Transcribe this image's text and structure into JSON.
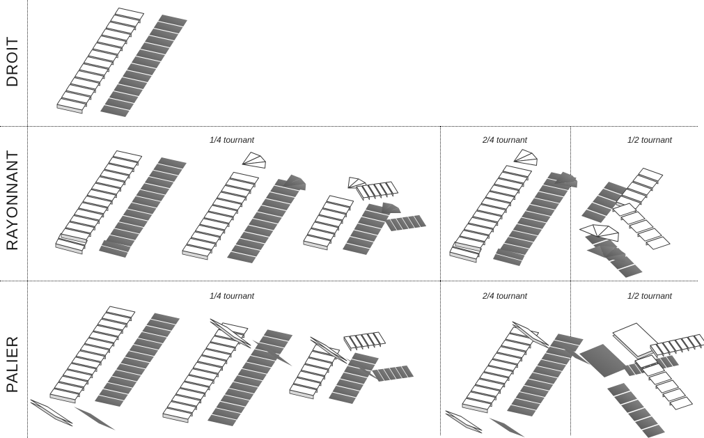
{
  "rows": {
    "droit": {
      "label": "DROIT"
    },
    "rayonnant": {
      "label": "RAYONNANT"
    },
    "palier": {
      "label": "PALIER"
    }
  },
  "captions": {
    "quarter_turn": "1/4 tournant",
    "two_quarter_turn": "2/4 tournant",
    "half_turn": "1/2 tournant"
  },
  "colors": {
    "divider": "#222222",
    "tread_fill": "#ffffff",
    "tread_stroke": "#3a3a3a",
    "shadow": "#6e6e6e"
  }
}
